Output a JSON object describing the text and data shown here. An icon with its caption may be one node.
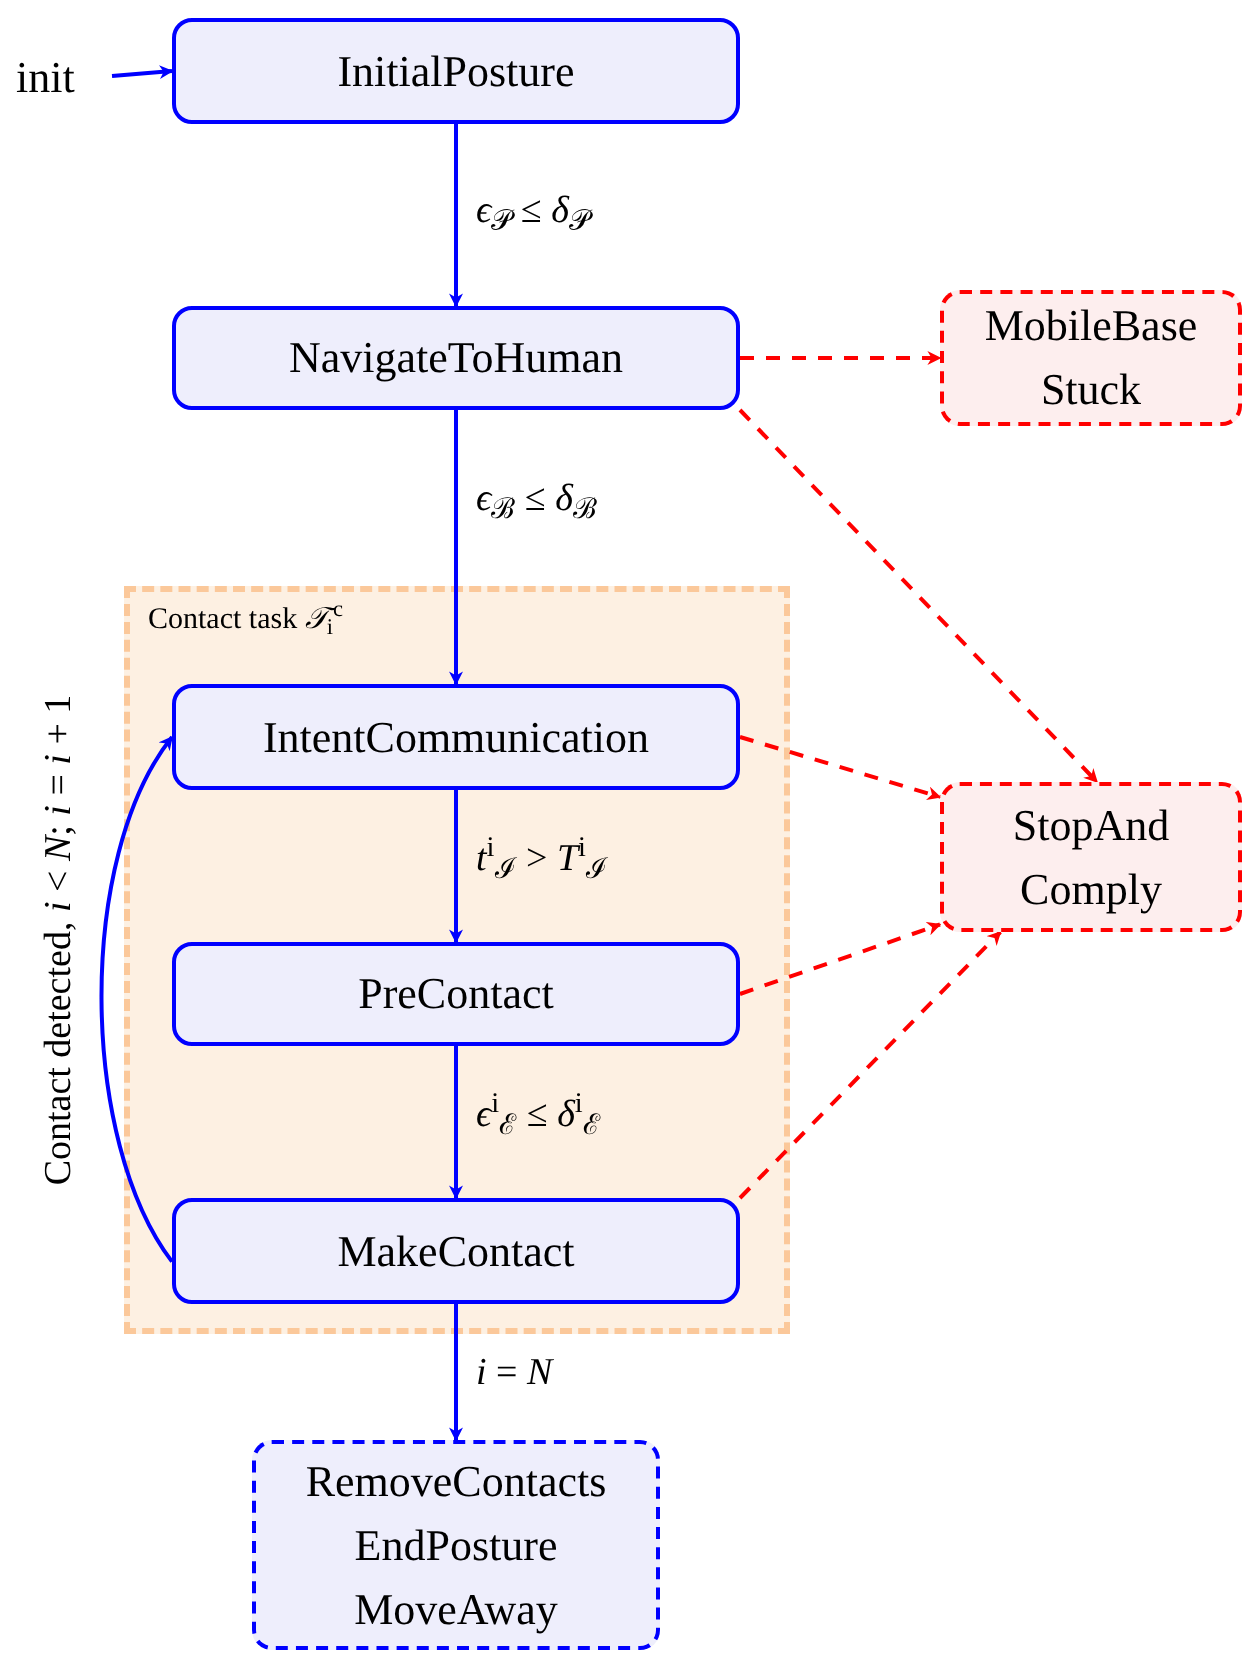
{
  "diagram": {
    "nodes": [
      {
        "text": [
          "init"
        ]
      },
      {
        "text": [
          "InitialPosture"
        ]
      },
      {
        "text": [
          "NavigateToHuman"
        ]
      },
      {
        "text": [
          "MobileBase Stuck"
        ]
      },
      {
        "text": [
          "Contact task *𝒯*$_{i}$$^{c}$"
        ]
      },
      {
        "text": [
          "IntentCommunication"
        ],
        "in": 4
      },
      {
        "text": [
          "PreContact"
        ],
        "in": 4
      },
      {
        "text": [
          "MakeContact"
        ],
        "in": 4
      },
      {
        "text": [
          "StopAnd Comply"
        ]
      },
      {
        "text": [
          "RemoveContacts",
          "EndPosture",
          "MoveAway"
        ]
      }
    ],
    "edges": [
      {
        "from": 0,
        "to": 1,
        "arrow": "to"
      },
      {
        "from": 1,
        "to": 2,
        "arrow": "to",
        "label": "*ϵ*$_{𝒫}$ ≤ *δ*$_{𝒫}$"
      },
      {
        "from": 2,
        "to": 3,
        "arrow": "to",
        "style": "dashed",
        "color": "#ff0000"
      },
      {
        "from": 2,
        "to": 8,
        "arrow": "to",
        "style": "dashed",
        "color": "#ff0000"
      },
      {
        "from": 2,
        "to": 5,
        "arrow": "to",
        "label": "*ϵ*$_{ℬ}$ ≤ *δ*$_{ℬ}$"
      },
      {
        "from": 5,
        "to": 8,
        "arrow": "to",
        "style": "dashed",
        "color": "#ff0000"
      },
      {
        "from": 5,
        "to": 6,
        "arrow": "to",
        "label": "*t*$^{i}$$_{ℐ}$ > *T*$^{i}$$_{ℐ}$"
      },
      {
        "from": 6,
        "to": 8,
        "arrow": "to",
        "style": "dashed",
        "color": "#ff0000"
      },
      {
        "from": 6,
        "to": 7,
        "arrow": "to",
        "label": "*ϵ*$^{i}$$_{ℰ}$ ≤ *δ*$^{i}$$_{ℰ}$"
      },
      {
        "from": 7,
        "to": 8,
        "arrow": "to",
        "style": "dashed",
        "color": "#ff0000"
      },
      {
        "from": 7,
        "to": 5,
        "arrow": "to",
        "label": "Contact detected, *i* < *N*; *i* = *i* + 1"
      },
      {
        "from": 7,
        "to": 9,
        "arrow": "to",
        "label": "*i* = *N*"
      }
    ]
  }
}
